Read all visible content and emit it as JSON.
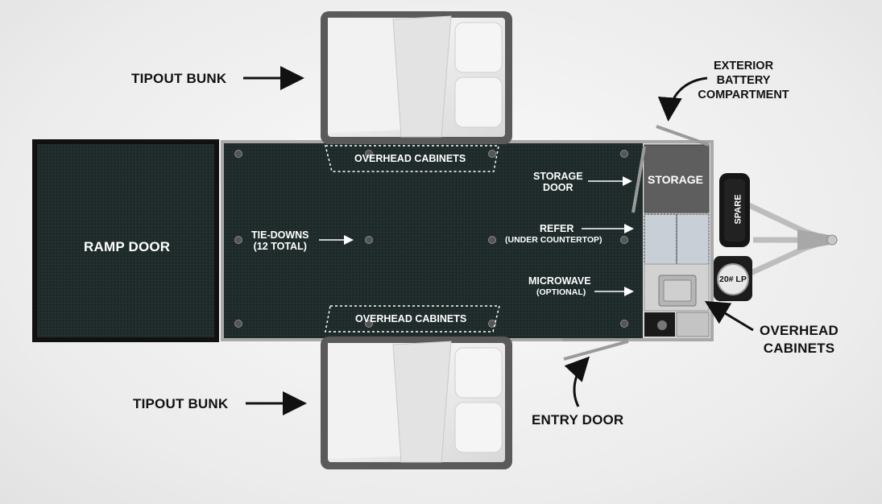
{
  "labels": {
    "tipout_top": "TIPOUT BUNK",
    "tipout_bottom": "TIPOUT BUNK",
    "ramp_door": "RAMP DOOR",
    "overhead_top": "OVERHEAD CABINETS",
    "overhead_bottom": "OVERHEAD CABINETS",
    "tie_downs_1": "TIE-DOWNS",
    "tie_downs_2": "(12 TOTAL)",
    "storage_door_1": "STORAGE",
    "storage_door_2": "DOOR",
    "refer_1": "REFER",
    "refer_2": "(UNDER COUNTERTOP)",
    "microwave_1": "MICROWAVE",
    "microwave_2": "(OPTIONAL)",
    "storage": "STORAGE",
    "spare": "SPARE",
    "lp": "20# LP",
    "exterior_1": "EXTERIOR",
    "exterior_2": "BATTERY",
    "exterior_3": "COMPARTMENT",
    "overhead_right_1": "OVERHEAD",
    "overhead_right_2": "CABINETS",
    "entry_door": "ENTRY DOOR"
  },
  "colors": {
    "floor": "#1e2b2a",
    "ramp": "#1d2624",
    "frame": "#9a9a9a",
    "bed_frame": "#5a5a5a",
    "storage": "#5e5e5e",
    "text": "#111111"
  }
}
